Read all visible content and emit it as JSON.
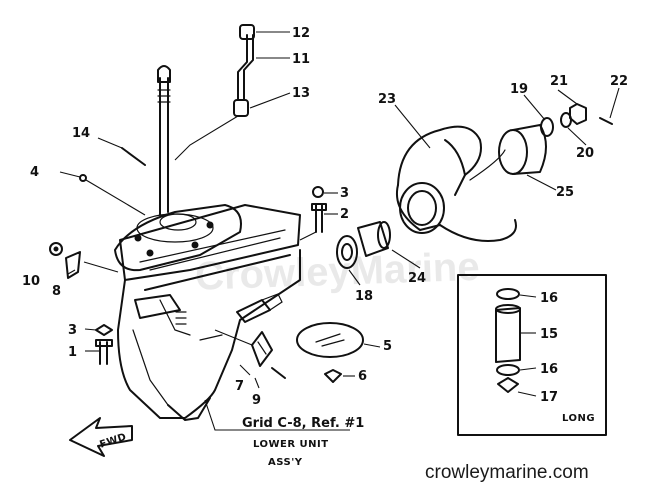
{
  "diagram": {
    "labels": {
      "p1": "1",
      "p2": "2",
      "p3a": "3",
      "p3b": "3",
      "p4": "4",
      "p5": "5",
      "p6": "6",
      "p7": "7",
      "p8": "8",
      "p9": "9",
      "p10": "10",
      "p11": "11",
      "p12": "12",
      "p13": "13",
      "p14": "14",
      "p15": "15",
      "p16a": "16",
      "p16b": "16",
      "p17": "17",
      "p18": "18",
      "p19": "19",
      "p20": "20",
      "p21": "21",
      "p22": "22",
      "p23": "23",
      "p24": "24",
      "p25": "25"
    },
    "fwd": "FWD",
    "long": "LONG",
    "ref": {
      "grid": "Grid C-8, Ref. #1",
      "line1": "LOWER UNIT",
      "line2": "ASS'Y"
    },
    "watermark": "CrowleyMarine",
    "source": "crowleymarine.com"
  }
}
